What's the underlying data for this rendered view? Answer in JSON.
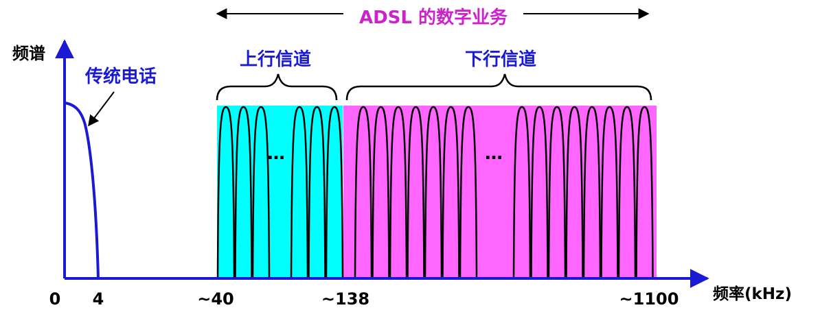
{
  "title": "ADSL 的数字业务",
  "y_axis_label": "频谱",
  "x_axis_label": "频率(kHz)",
  "voice_label": "传统电话",
  "upstream_label": "上行信道",
  "downstream_label": "下行信道",
  "ellipsis": "…",
  "tick_labels": [
    "0",
    "4",
    "~40",
    "~138",
    "~1100"
  ],
  "colors": {
    "title": "#cc22cc",
    "channel_label": "#1a1ad4",
    "voice_curve": "#1a1ad4",
    "axis": "#1a1ad4",
    "upstream_fill": "#00ffff",
    "downstream_fill": "#ff66ff",
    "subcarrier": "#000000",
    "text": "#000000"
  }
}
